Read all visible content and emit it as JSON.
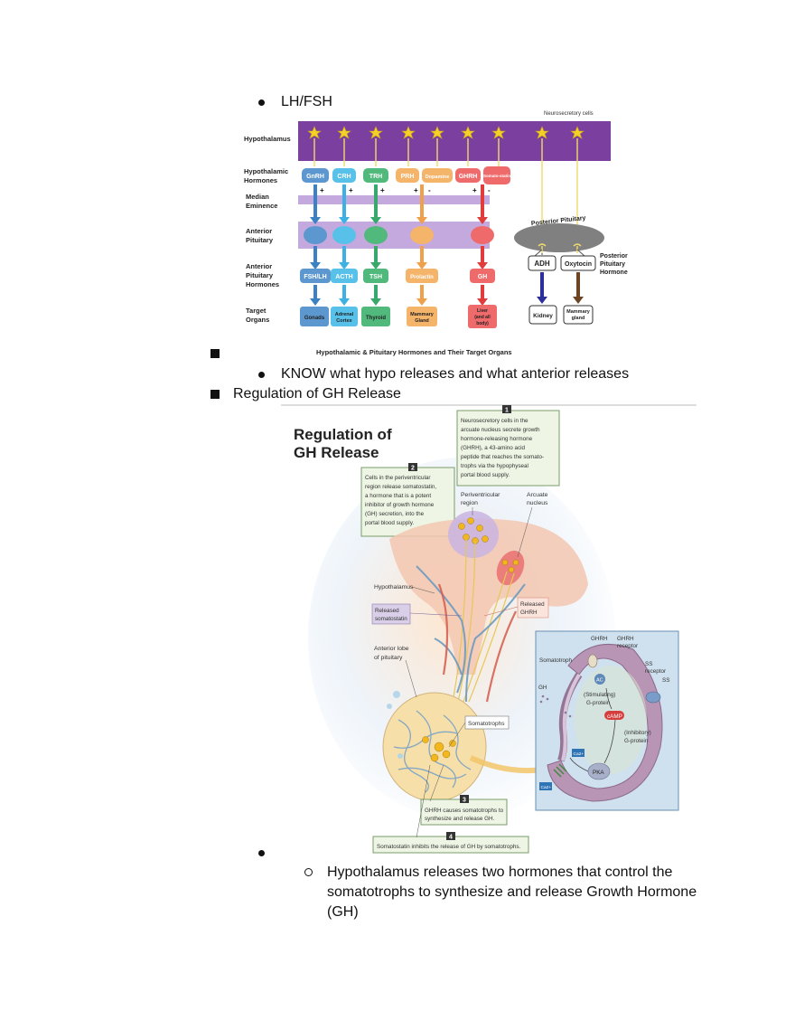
{
  "list": {
    "item1": "LH/FSH",
    "item2": "KNOW what hypo releases and what anterior releases",
    "item3": "Regulation of GH Release",
    "sub1": "Hypothalamus releases two hormones that control the",
    "sub1b": "somatotrophs to synthesize and release Growth Hormone",
    "sub1c": "(GH)"
  },
  "figure1": {
    "caption": "Hypothalamic & Pituitary Hormones and Their Target Organs",
    "top_label": "Neurosecretory cells",
    "row_labels": [
      "Hypothalamus",
      "Hypothalamic Hormones",
      "Median Eminence",
      "Anterior Pituitary",
      "Anterior Pituitary Hormones",
      "Target Organs"
    ],
    "hypothalamic_hormones": [
      "GnRH",
      "CRH",
      "TRH",
      "PRH",
      "Dopamine",
      "GHRH",
      "Somato-statin"
    ],
    "signs": [
      "+",
      "+",
      "+",
      "+",
      "-",
      "+",
      "-"
    ],
    "pituitary_hormones": [
      "FSH/LH",
      "ACTH",
      "TSH",
      "Prolactin",
      "GH"
    ],
    "targets": [
      "Gonads",
      "Adrenal Cortex",
      "Thyroid",
      "Mammary Gland",
      "Liver (and all body)"
    ],
    "posterior_label": "Posterior Pituitary",
    "posterior_hormones": [
      "ADH",
      "Oxytocin"
    ],
    "posterior_hormone_label": "Posterior Pituitary Hormone",
    "posterior_targets": [
      "Kidney",
      "Mammary gland"
    ],
    "colors": {
      "purple": "#7b3fa0",
      "band": "#c4a9de",
      "blue1": "#3a82c4",
      "blue2": "#3bb2e3",
      "green": "#38a96b",
      "orange": "#f0a04a",
      "red": "#e03c3c"
    }
  },
  "figure2": {
    "title_line1": "Regulation of",
    "title_line2": "GH Release",
    "box1_num": "1",
    "box1": [
      "Neurosecretory cells in the",
      "arcuate nucleus secrete growth",
      "hormone-releasing hormone",
      "(GHRH), a 43-amino acid",
      "peptide that reaches the somato-",
      "trophs via the hypophyseal",
      "portal blood supply."
    ],
    "box2_num": "2",
    "box2": [
      "Cells in the periventricular",
      "region release somatostatin,",
      "a hormone that is a potent",
      "inhibitor of growth hormone",
      "(GH) secretion, into the",
      "portal blood supply."
    ],
    "box3_num": "3",
    "box3": [
      "GHRH causes somatotrophs to",
      "synthesize and release GH."
    ],
    "box4_num": "4",
    "box4": "Somatostatin inhibits the release of GH by somatotrophs.",
    "labels": {
      "periventricular": [
        "Periventricular",
        "region"
      ],
      "arcuate": [
        "Arcuate",
        "nucleus"
      ],
      "hypothalamus": "Hypothalamus",
      "released_ss": [
        "Released",
        "somatostatin"
      ],
      "released_ghrh": [
        "Released",
        "GHRH"
      ],
      "anterior_lobe": [
        "Anterior lobe",
        "of pituitary"
      ],
      "somatotrophs": "Somatotrophs"
    },
    "cell": {
      "ghrh": "GHRH",
      "ghrh_receptor": [
        "GHRH",
        "receptor"
      ],
      "somatotroph": "Somatotroph",
      "ss_receptor": [
        "SS",
        "receptor"
      ],
      "ss": "SS",
      "gh": "GH",
      "ac": "AC",
      "stim": [
        "(Stimulating)",
        "G-protein"
      ],
      "camp": "cAMP",
      "inhib": [
        "(Inhibitory)",
        "G-protein"
      ],
      "pka": "PKA",
      "ca1": "Ca2+",
      "ca2": "Ca2+"
    }
  }
}
